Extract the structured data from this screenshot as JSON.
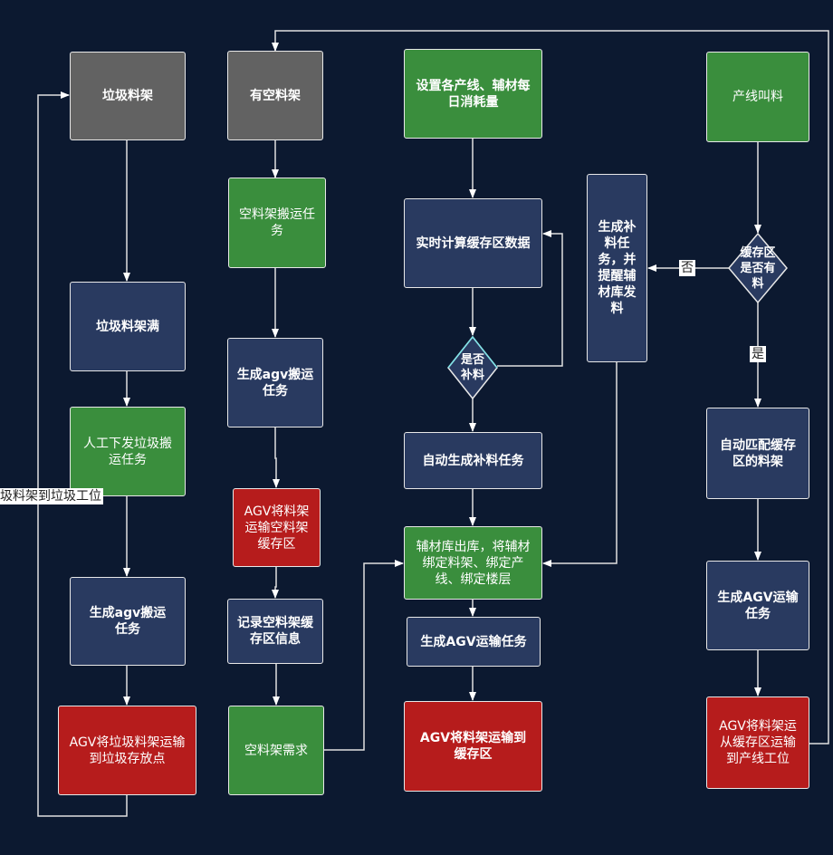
{
  "colors": {
    "background": "#0c1930",
    "gray_node": "#626262",
    "green_node": "#3a8e3d",
    "navy_node": "#293a60",
    "red_node": "#b61c1c",
    "edge": "#e8e8e8"
  },
  "nodes": {
    "garbage_rack": "垃圾料架",
    "garbage_rack_full": "垃圾料架满",
    "manual_garbage_task": "人工下发垃圾搬运任务",
    "gen_agv_task_garbage": "生成agv搬运任务",
    "agv_garbage_to_storage": "AGV将垃圾料架运输到垃圾存放点",
    "has_empty_rack": "有空料架",
    "empty_rack_task": "空料架搬运任务",
    "gen_agv_task_empty": "生成agv搬运任务",
    "agv_empty_to_buffer": "AGV将料架运输空料架缓存区",
    "record_empty_buffer": "记录空料架缓存区信息",
    "empty_rack_demand": "空料架需求",
    "set_daily_consumption": "设置各产线、辅材每日消耗量",
    "realtime_buffer_calc": "实时计算缓存区数据",
    "need_replenish": "是否补料",
    "auto_gen_replenish": "自动生成补料任务",
    "warehouse_outbound": "辅材库出库，将辅材绑定料架、绑定产线、绑定楼层",
    "gen_agv_transport_mid": "生成AGV运输任务",
    "agv_rack_to_buffer": "AGV将料架运输到缓存区",
    "gen_replenish_remind": "生成补料任务，并提醒辅材库发料",
    "line_call_material": "产线叫料",
    "buffer_has_material": "缓存区是否有料",
    "auto_match_buffer_rack": "自动匹配缓存区的料架",
    "gen_agv_transport_right": "生成AGV运输任务",
    "agv_buffer_to_line": "AGV将料架运从缓存区运输到产线工位"
  },
  "edge_labels": {
    "no": "否",
    "yes": "是",
    "garbage_return": "圾料架到垃圾工位"
  }
}
